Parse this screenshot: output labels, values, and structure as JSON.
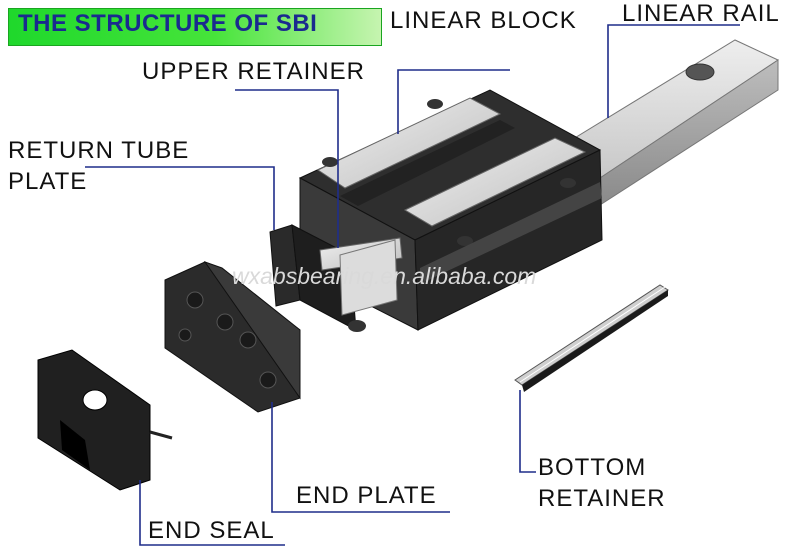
{
  "title": "THE STRUCTURE OF SBI",
  "watermark": "wxabsbearing.en.alibaba.com",
  "labels": {
    "linear_block": "LINEAR BLOCK",
    "linear_rail": "LINEAR RAIL",
    "upper_retainer": "UPPER RETAINER",
    "return_tube_plate_line1": "RETURN TUBE",
    "return_tube_plate_line2": "PLATE",
    "bottom_retainer_line1": "BOTTOM",
    "bottom_retainer_line2": "RETAINER",
    "end_plate": "END PLATE",
    "end_seal": "END SEAL"
  },
  "colors": {
    "banner_green": "#2ee030",
    "title_blue": "#1a2a8f",
    "leader_line": "#1f2d8a",
    "block_metal": "#d9d9d9",
    "block_dark": "#2e2e2e"
  }
}
